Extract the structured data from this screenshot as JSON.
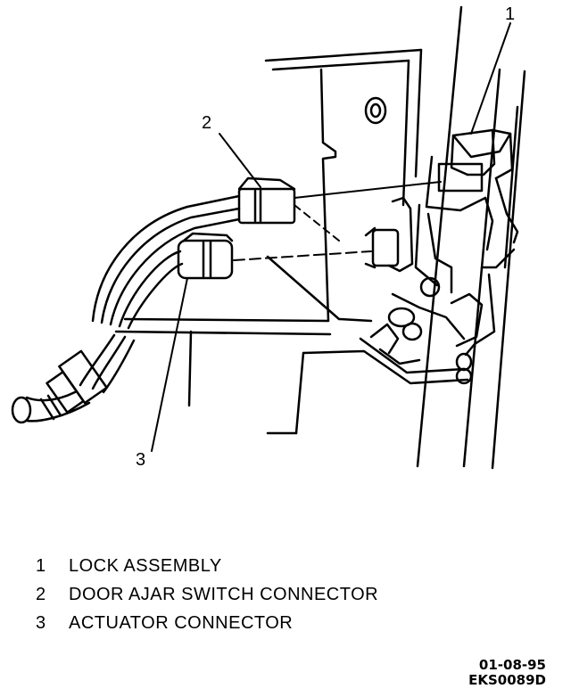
{
  "callouts": [
    {
      "number": "1",
      "label": "LOCK ASSEMBLY"
    },
    {
      "number": "2",
      "label": "DOOR AJAR SWITCH CONNECTOR"
    },
    {
      "number": "3",
      "label": "ACTUATOR CONNECTOR"
    }
  ],
  "footer": {
    "date": "01-08-95",
    "code": "EKS0089D"
  }
}
